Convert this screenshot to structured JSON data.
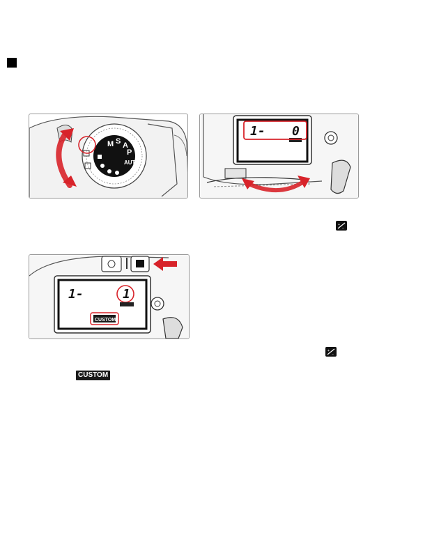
{
  "figures": {
    "fig1": {
      "dial_labels": [
        "AUTO",
        "S",
        "A",
        "P",
        "M"
      ],
      "icon": "mode-dial-illustration"
    },
    "fig2": {
      "lcd_left": "1-",
      "lcd_right": "0",
      "icon": "command-dial-lcd-illustration"
    },
    "fig3": {
      "lcd_left": "1-",
      "lcd_right": "1",
      "lcd_badge": "CUSTOM",
      "icon": "exposure-comp-button-illustration"
    }
  },
  "icons": {
    "ev_icon_1": "exposure-compensation-icon",
    "ev_icon_2": "exposure-compensation-icon"
  },
  "custom_badge": "CUSTOM",
  "colors": {
    "highlight": "#d8232a",
    "arrow": "#d8232a"
  }
}
